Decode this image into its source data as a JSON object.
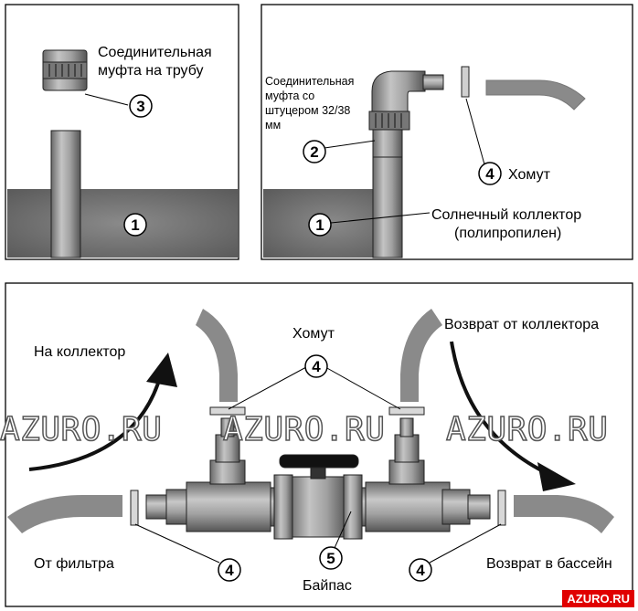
{
  "panel_top_left": {
    "coupling_label": [
      "Соединительная",
      "муфта на трубу"
    ],
    "badges": [
      "3",
      "1"
    ]
  },
  "panel_top_right": {
    "fitting_label": [
      "Соединительная",
      "муфта со",
      "штуцером 32/38",
      "мм"
    ],
    "clamp_label": "Хомут",
    "collector_label": [
      "Солнечный коллектор",
      "(полипропилен)"
    ],
    "badges": [
      "2",
      "4",
      "1"
    ]
  },
  "panel_bottom": {
    "to_collector": "На коллектор",
    "clamp_label": "Хомут",
    "return_from_collector": "Возврат от коллектора",
    "from_filter": "От фильтра",
    "bypass": "Байпас",
    "return_to_pool": "Возврат в бассейн",
    "badges": [
      "4",
      "5",
      "4",
      "4"
    ]
  },
  "watermark": [
    "AZURO.RU",
    "AZURO.RU",
    "AZURO.RU"
  ],
  "site_badge": "AZURO.RU",
  "colors": {
    "pipe": "#8c8c8c",
    "pipe_dark": "#5a5a5a",
    "collector": "#6e6e6e",
    "hose": "#8a8a8a",
    "arrow": "#111111"
  }
}
